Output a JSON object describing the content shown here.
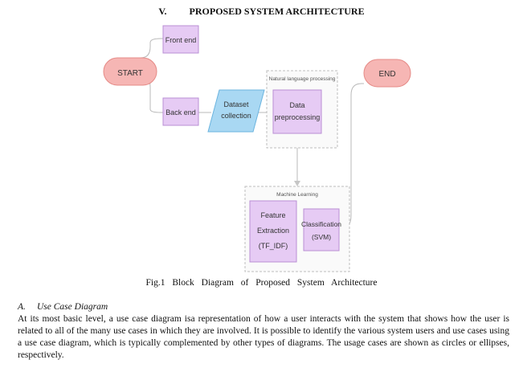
{
  "section": {
    "number": "V.",
    "title": "PROPOSED SYSTEM ARCHITECTURE"
  },
  "diagram": {
    "start": "START",
    "end": "END",
    "front_end": "Front end",
    "back_end": "Back end",
    "dataset_line1": "Dataset",
    "dataset_line2": "collection",
    "nlp_group": "Natural language processing",
    "preproc_line1": "Data",
    "preproc_line2": "preprocessing",
    "ml_group": "Machine Learning",
    "feature_line1": "Feature",
    "feature_line2": "Extraction",
    "feature_line3": "(TF_IDF)",
    "class_line1": "Classification",
    "class_line2": "(SVM)",
    "colors": {
      "start_fill": "#f6b6b4",
      "start_stroke": "#e58a86",
      "process_fill": "#e6cbf4",
      "process_stroke": "#b98fd4",
      "data_fill": "#a9d8f3",
      "data_stroke": "#6bb4df",
      "group_stroke": "#bdbdbd",
      "line": "#b8b8b8"
    }
  },
  "caption": "Fig.1 Block Diagram of Proposed System Architecture",
  "subsection": {
    "label": "A.",
    "title": "Use Case Diagram"
  },
  "paragraph": "At its most basic level, a use case diagram isa representation of how a user interacts with the system that shows how the user is related to all of the many use cases in which they are involved. It is possible to identify the various system users and use cases using a use case diagram, which is typically complemented by other types of diagrams. The usage cases are shown as circles or ellipses, respectively."
}
